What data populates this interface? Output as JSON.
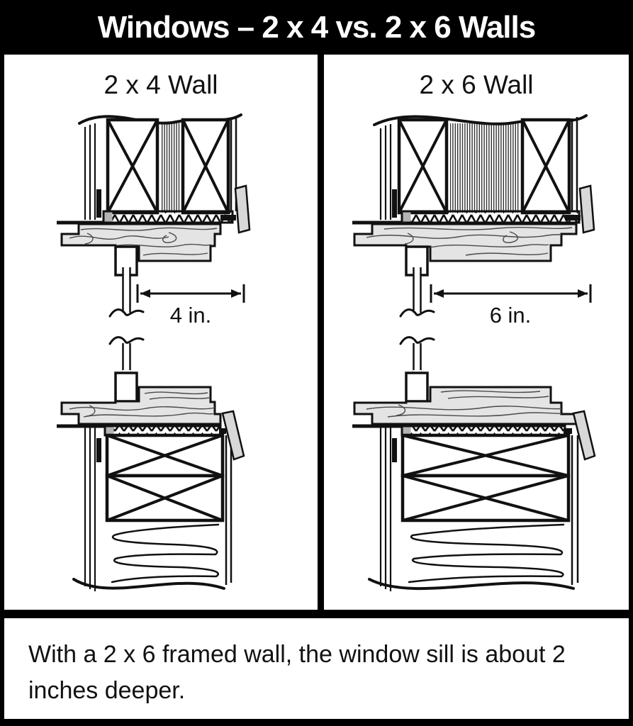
{
  "title": "Windows – 2 x 4 vs. 2 x 6 Walls",
  "caption": "With a 2 x 6 framed wall, the window sill is about 2\ninches deeper.",
  "panels": [
    {
      "heading": "2 x 4 Wall",
      "dimension_label": "4 in."
    },
    {
      "heading": "2 x 6 Wall",
      "dimension_label": "6 in."
    }
  ],
  "colors": {
    "background": "#000000",
    "panel": "#ffffff",
    "line": "#111111",
    "wood_fill": "#e4e4e4",
    "trim_fill": "#d8d8d8",
    "flashing_gray": "#b3b3b3"
  }
}
